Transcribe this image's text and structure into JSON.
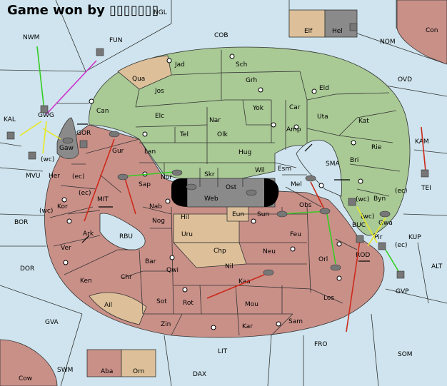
{
  "title": "Game won by ▯▯▯▯▯▯▯",
  "colors": {
    "sea": "#cfe4ee",
    "land_green": "#a9c995",
    "land_red": "#c99088",
    "land_tan": "#ddc09a",
    "land_gray": "#8a8a8a",
    "impassable": "#000000",
    "unit": "#777777",
    "arrow_red": "#cc2a1a",
    "arrow_green": "#33cc22",
    "arrow_yellow": "#e8e822",
    "arrow_magenta": "#cc33cc"
  },
  "labels": {
    "ngl": "NGL",
    "nwm": "NWM",
    "fun": "FUN",
    "cob": "COB",
    "nom": "NOM",
    "con": "Con",
    "elf": "Elf",
    "hel": "Hel",
    "ovd": "OVD",
    "kal": "KAL",
    "kam": "KAM",
    "tei": "TEI",
    "qua": "Qua",
    "jad": "Jad",
    "sch": "Sch",
    "jos": "Jos",
    "grh": "Grh",
    "eld": "Eld",
    "can": "Can",
    "yok": "Yok",
    "car": "Car",
    "uta": "Uta",
    "kat": "Kat",
    "elc": "Elc",
    "nar": "Nar",
    "amp": "Amp",
    "gwg": "GWG",
    "gor": "GOR",
    "tel": "Tel",
    "olk": "Olk",
    "rie": "Rie",
    "gaw": "Gaw",
    "gur": "Gur",
    "lan": "Lan",
    "hug": "Hug",
    "bri": "Bri",
    "wil": "Wil",
    "esm": "Esm",
    "sma": "SMA",
    "mvu": "MVU",
    "wc1": "(wc)",
    "her": "Her",
    "ec1": "(ec)",
    "sap": "Sap",
    "nor": "Nor",
    "skr": "Skr",
    "ost": "Ost",
    "web": "Web",
    "mel": "Mel",
    "ec2": "(ec)",
    "byn": "Byn",
    "ec3": "(ec)",
    "mit": "MIT",
    "kor": "Kor",
    "nab": "Nab",
    "obs": "Obs",
    "wc2": "(wc)",
    "wc3": "(wc)",
    "hil": "Hil",
    "eun": "Eun",
    "sun": "Sun",
    "buc": "BUC",
    "wc4": "(wc)",
    "gwa": "Gwa",
    "bor": "BOR",
    "nog": "Nog",
    "ark": "Ark",
    "rbu": "RBU",
    "uru": "Uru",
    "feu": "Feu",
    "pir": "Pir",
    "ec4": "(ec)",
    "kup": "KUP",
    "ver": "Ver",
    "chp": "Chp",
    "neu": "Neu",
    "rod": "ROD",
    "orl": "Orl",
    "dor": "DOR",
    "bar": "Bar",
    "qwi": "Qwi",
    "nil": "Nil",
    "alt": "ALT",
    "ken": "Ken",
    "chr": "Chr",
    "kaa": "Kaa",
    "gvp": "GVP",
    "ail": "Ail",
    "sot": "Sot",
    "rot": "Rot",
    "mou": "Mou",
    "los": "Los",
    "gva": "GVA",
    "zin": "Zin",
    "kar": "Kar",
    "sam": "Sam",
    "fro": "FRO",
    "lit": "LIT",
    "som": "SOM",
    "swm": "SWM",
    "aba": "Aba",
    "orn": "Orn",
    "dax": "DAX",
    "cow": "Cow"
  }
}
